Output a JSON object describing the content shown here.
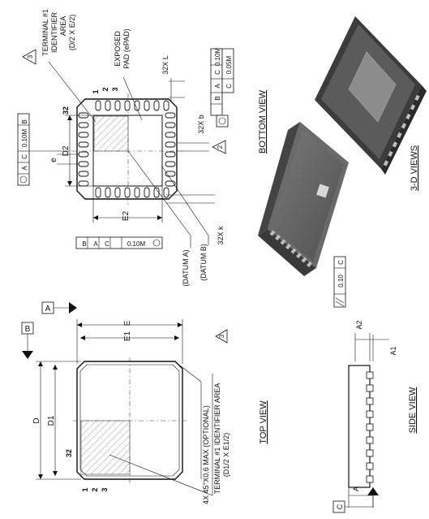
{
  "top_view": {
    "title": "TOP VIEW",
    "dim_D": "D",
    "dim_D1": "D1",
    "dim_E": "E",
    "dim_E1": "E1",
    "pin_32": "32",
    "pin_1": "1",
    "pin_2": "2",
    "pin_3": "3",
    "datum_A": "A",
    "datum_B": "B",
    "corner_note": "4X 45°X0.6 MAX (OPTIONAL)",
    "terminal_note_1": "TERMINAL #1 IDENTIFIER AREA",
    "terminal_note_2": "(D1/2 X E1/2)",
    "note_ref": "3"
  },
  "bottom_view": {
    "title": "BOTTOM VIEW",
    "terminal_1": "TERMINAL #1",
    "terminal_2": "IDENTIFIER",
    "terminal_3": "AREA",
    "terminal_4": "(D/2 X E/2)",
    "terminal_ref": "3",
    "exposed_1": "EXPOSED",
    "exposed_2": "PAD (ePAD)",
    "dim_32xL": "32X L",
    "dim_32xb": "32X b",
    "dim_32xk": "32X k",
    "dim_D2": "D2",
    "dim_E2": "E2",
    "dim_e": "e",
    "pin_32": "32",
    "pin_1": "1",
    "pin_2": "2",
    "pin_3": "3",
    "datum_A": "(DATUM A)",
    "datum_B": "(DATUM B)",
    "b_ref": "2",
    "fcf_b_row1": [
      "0.10M",
      "C",
      "A",
      "B"
    ],
    "fcf_b_row2": [
      "0.05M",
      "C"
    ],
    "fcf_d2": [
      "0.10M",
      "C",
      "A",
      "B"
    ],
    "fcf_e2": [
      "0.10M",
      "C",
      "A",
      "B"
    ]
  },
  "side_view": {
    "title": "SIDE VIEW",
    "dim_A": "A",
    "dim_A1": "A1",
    "dim_A2": "A2",
    "datum_C": "C",
    "flatness": [
      "0.10",
      "C"
    ]
  },
  "views_3d": {
    "title": "3-D VIEWS"
  }
}
